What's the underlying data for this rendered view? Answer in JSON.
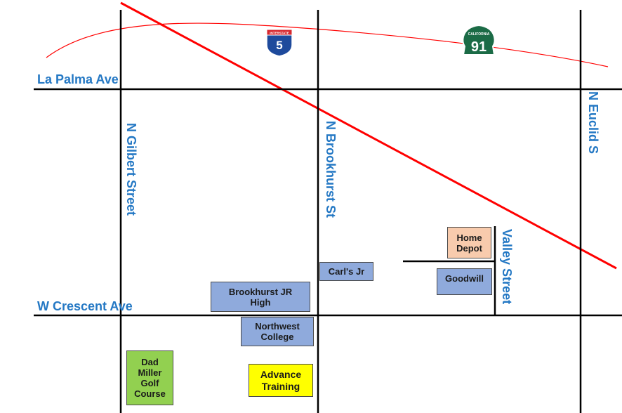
{
  "roads": {
    "la_palma": "La Palma Ave",
    "crescent": "W Crescent Ave",
    "gilbert": "N Gilbert Street",
    "brookhurst": "N Brookhurst St",
    "euclid": "N Euclid S",
    "valley": "Valley Street"
  },
  "highways": {
    "i5_banner": "INTERSTATE",
    "i5_number": "5",
    "ca91_banner": "CALIFORNIA",
    "ca91_number": "91"
  },
  "places": {
    "home_depot": "Home\nDepot",
    "carls_jr": "Carl's Jr",
    "goodwill": "Goodwill",
    "brookhurst_jr_high": "Brookhurst JR\nHigh",
    "northwest_college": "Northwest\nCollege",
    "dad_miller_golf": "Dad\nMiller\nGolf\nCourse",
    "advance_training": "Advance\nTraining"
  },
  "colors": {
    "road": "#000000",
    "freeway": "#ff0000",
    "label": "#2478c4",
    "blue_box": "#8faadc",
    "orange_box": "#f8cbad",
    "green_box": "#92d050",
    "yellow_box": "#ffff00",
    "i5_shield": "#1e4a9c",
    "ca91_shield": "#1b6b46"
  }
}
